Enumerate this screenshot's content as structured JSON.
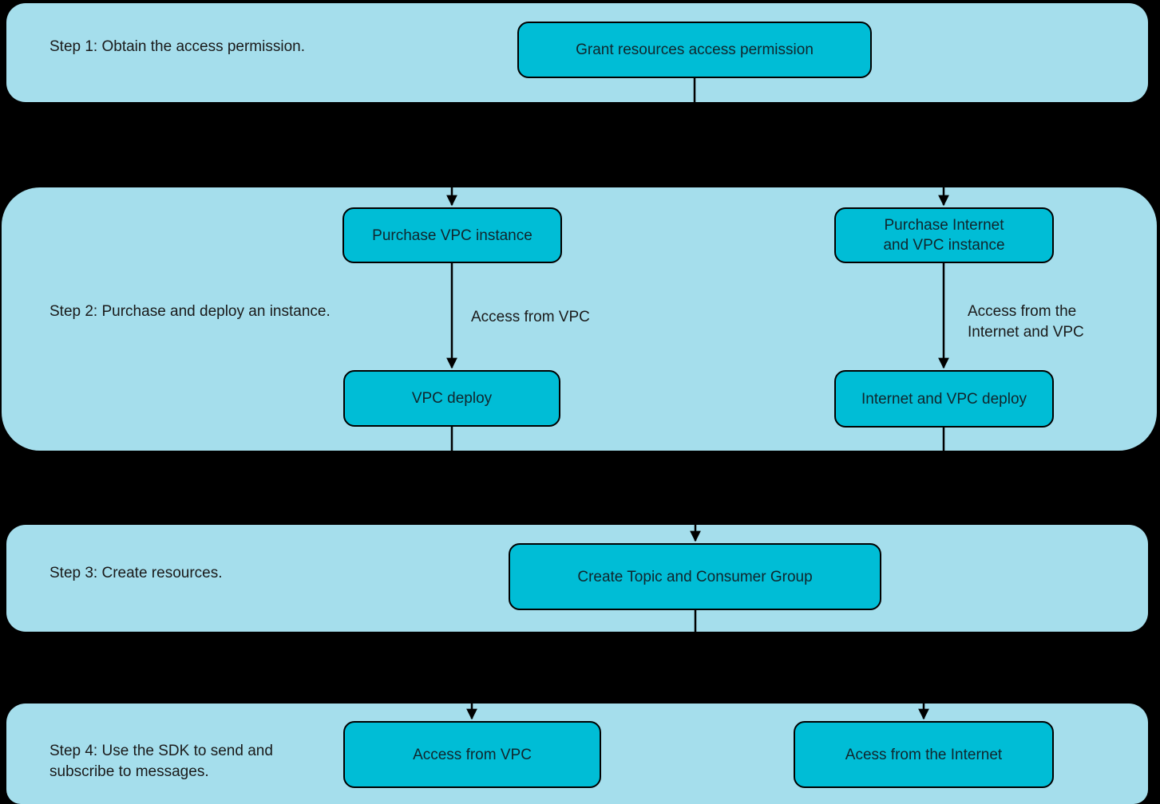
{
  "colors": {
    "background": "#000000",
    "band_fill": "#A5DEEC",
    "node_fill": "#00BDD6",
    "node_border": "#000000",
    "arrow": "#000000",
    "text": "#1A1A1A"
  },
  "steps": [
    {
      "label": "Step 1: Obtain the access permission."
    },
    {
      "label": "Step 2: Purchase and deploy an instance."
    },
    {
      "label": "Step 3: Create resources."
    },
    {
      "label": "Step 4: Use the SDK to send and\nsubscribe to messages."
    }
  ],
  "nodes": {
    "grant": {
      "label": "Grant resources access permission"
    },
    "purchase_vpc": {
      "label": "Purchase VPC instance"
    },
    "purchase_internet_vpc": {
      "label": "Purchase Internet\nand VPC instance"
    },
    "vpc_deploy": {
      "label": "VPC deploy"
    },
    "internet_vpc_deploy": {
      "label": "Internet and VPC deploy"
    },
    "create_topic": {
      "label": "Create Topic and Consumer Group"
    },
    "access_vpc": {
      "label": "Access from VPC"
    },
    "access_internet": {
      "label": "Acess from the Internet"
    }
  },
  "edge_labels": {
    "vpc": "Access from VPC",
    "internet_vpc": "Access from the\nInternet and VPC"
  },
  "edges": [
    {
      "from": "grant",
      "to": "purchase_vpc"
    },
    {
      "from": "grant",
      "to": "purchase_internet_vpc"
    },
    {
      "from": "purchase_vpc",
      "to": "vpc_deploy",
      "label": "Access from VPC"
    },
    {
      "from": "purchase_internet_vpc",
      "to": "internet_vpc_deploy",
      "label": "Access from the Internet and VPC"
    },
    {
      "from": "vpc_deploy",
      "to": "create_topic"
    },
    {
      "from": "internet_vpc_deploy",
      "to": "create_topic"
    },
    {
      "from": "create_topic",
      "to": "access_vpc"
    },
    {
      "from": "create_topic",
      "to": "access_internet"
    }
  ]
}
